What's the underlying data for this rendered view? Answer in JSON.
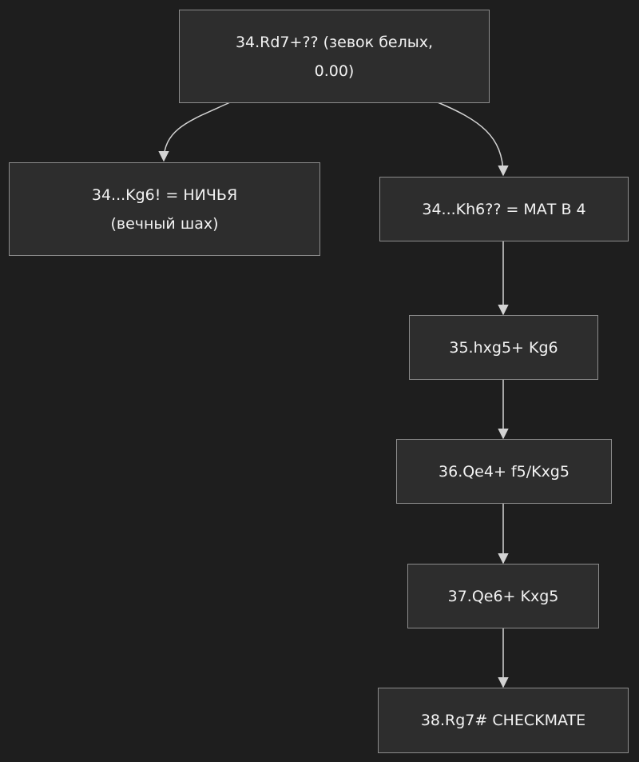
{
  "nodes": {
    "root": {
      "lines": [
        "34.Rd7+?? (зевок белых,",
        "0.00)"
      ]
    },
    "draw": {
      "lines": [
        "34...Kg6! = НИЧЬЯ",
        "(вечный шах)"
      ]
    },
    "mate_line": {
      "lines": [
        "34...Kh6?? = МАТ В 4"
      ]
    },
    "move35": {
      "lines": [
        "35.hxg5+ Kg6"
      ]
    },
    "move36": {
      "lines": [
        "36.Qe4+ f5/Kxg5"
      ]
    },
    "move37": {
      "lines": [
        "37.Qe6+ Kxg5"
      ]
    },
    "move38": {
      "lines": [
        "38.Rg7# CHECKMATE"
      ]
    }
  },
  "edges": [
    {
      "from": "root",
      "to": "draw"
    },
    {
      "from": "root",
      "to": "mate_line"
    },
    {
      "from": "mate_line",
      "to": "move35"
    },
    {
      "from": "move35",
      "to": "move36"
    },
    {
      "from": "move36",
      "to": "move37"
    },
    {
      "from": "move37",
      "to": "move38"
    }
  ],
  "colors": {
    "background": "#1e1e1e",
    "node_fill": "#2d2d2d",
    "node_border": "#8c8c8c",
    "text": "#f2f2f2",
    "edge": "#d3d3d3"
  }
}
